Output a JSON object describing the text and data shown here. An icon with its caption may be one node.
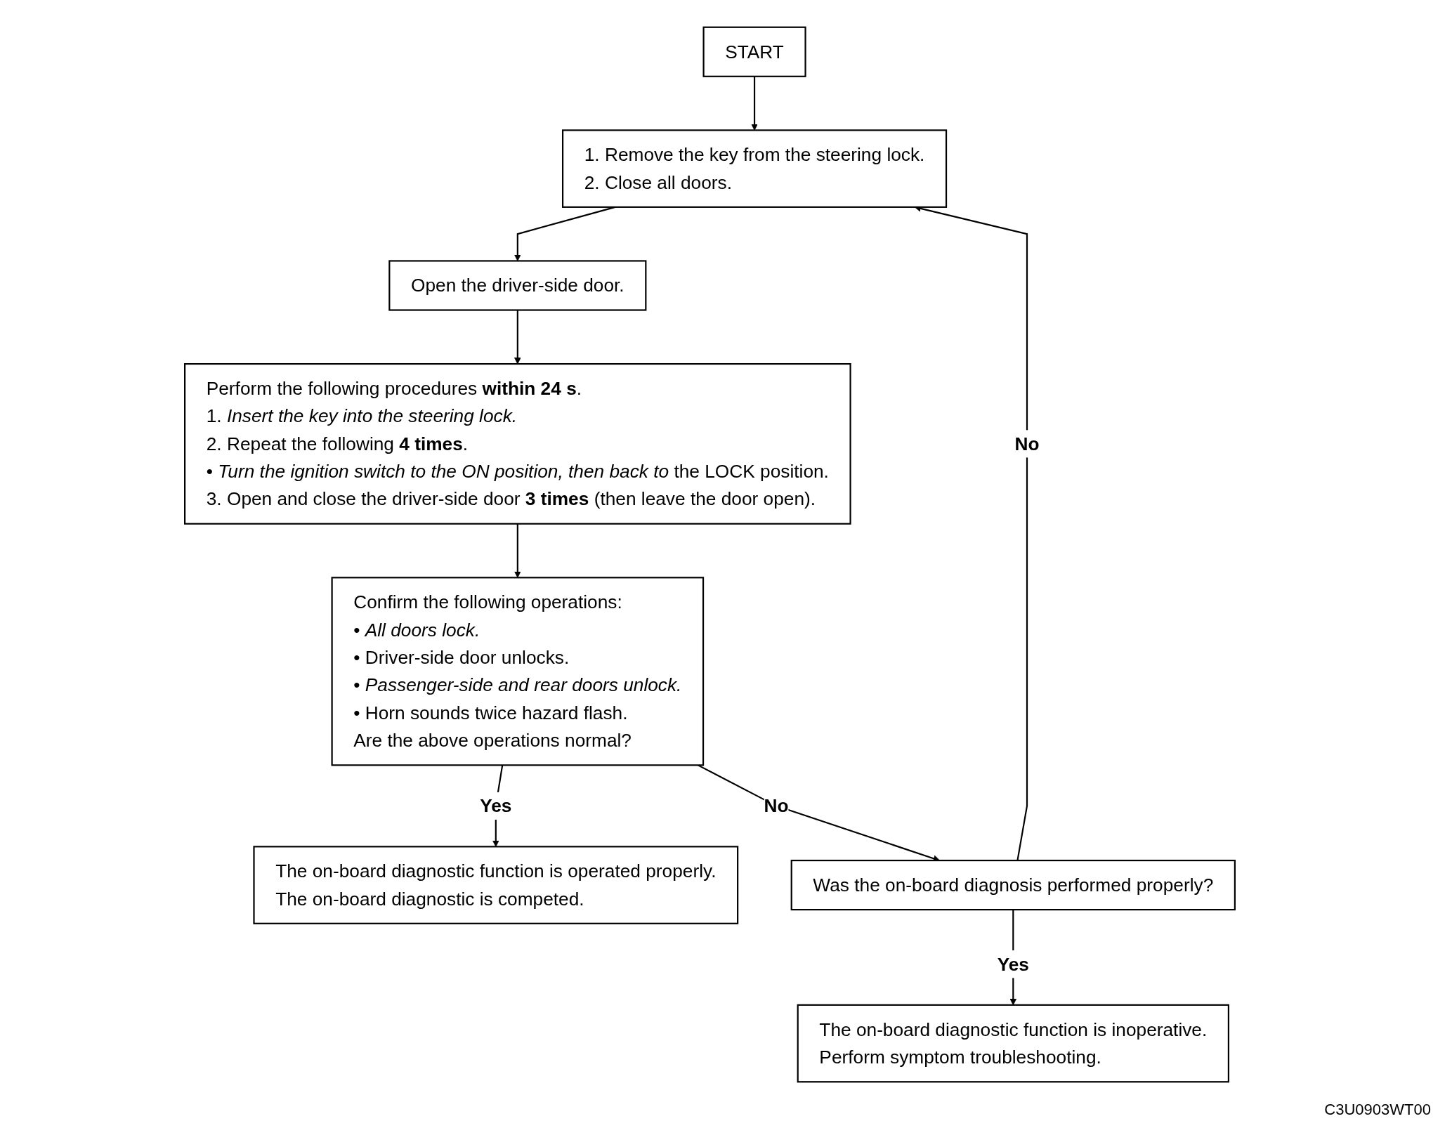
{
  "diagram": {
    "nodes": [
      {
        "text": [
          "START"
        ]
      },
      {
        "text": [
          "1. Remove the key from the steering lock.",
          "2. Close all doors."
        ]
      },
      {
        "text": [
          "Open the driver-side door."
        ]
      },
      {
        "text": [
          "Perform the following procedures **within 24 s**.",
          "1. *Insert the key into the steering lock.*",
          "2. Repeat the following **4 times**.",
          "• *Turn the ignition switch to the ON position, then back to* the LOCK position.",
          "3. Open and close the driver-side door **3 times** (then leave the door open)."
        ]
      },
      {
        "text": [
          "Confirm the following operations:",
          "• *All doors lock.*",
          "• Driver-side door unlocks.",
          "• *Passenger-side and rear doors unlock.*",
          "• Horn sounds twice hazard flash.",
          "Are the above operations normal?"
        ]
      },
      {
        "text": [
          "The on-board diagnostic function is operated properly.",
          "The on-board diagnostic is competed."
        ]
      },
      {
        "text": [
          "Was the on-board diagnosis performed properly?"
        ]
      },
      {
        "text": [
          "The on-board diagnostic function is inoperative.",
          "Perform symptom troubleshooting."
        ]
      }
    ],
    "edges": [
      {
        "from": 0,
        "to": 1,
        "arrow": "to"
      },
      {
        "from": 1,
        "to": 2,
        "arrow": "to"
      },
      {
        "from": 2,
        "to": 3,
        "arrow": "to"
      },
      {
        "from": 3,
        "to": 4,
        "arrow": "to"
      },
      {
        "from": 4,
        "to": 5,
        "label": "Yes",
        "arrow": "to"
      },
      {
        "from": 4,
        "to": 6,
        "label": "No",
        "arrow": "to"
      },
      {
        "from": 6,
        "to": 7,
        "label": "Yes",
        "arrow": "to"
      },
      {
        "from": 6,
        "to": 1,
        "label": "No",
        "arrow": "to"
      }
    ],
    "labels": [
      "C3U0903WT00"
    ]
  }
}
